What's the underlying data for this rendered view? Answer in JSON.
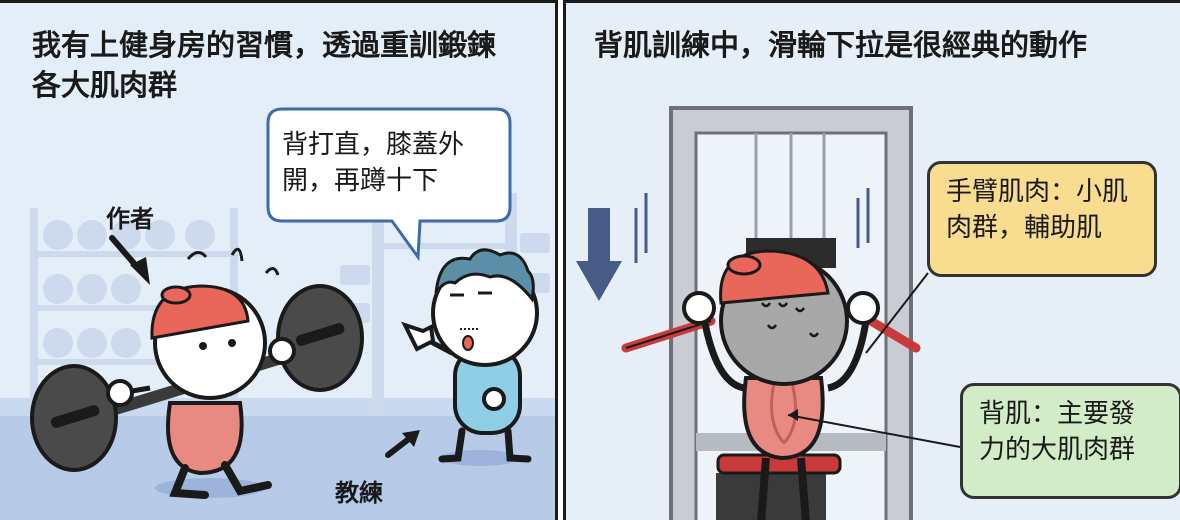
{
  "panel1": {
    "caption_line1": "我有上健身房的習慣，透過重訓鍛鍊",
    "caption_line2": "各大肌肉群",
    "speech_line1": "背打直，膝蓋外",
    "speech_line2": "開，再蹲十下",
    "author_label": "作者",
    "coach_label": "教練"
  },
  "panel2": {
    "caption": "背肌訓練中，滑輪下拉是很經典的動作",
    "arm_note_line1": "手臂肌肉：小肌",
    "arm_note_line2": "肉群，輔助肌",
    "back_note_line1": "背肌：主要發",
    "back_note_line2": "力的大肌肉群"
  },
  "colors": {
    "background": "#e4eef9",
    "helmet": "#e8675a",
    "shirt": "#e98a82",
    "coach_shirt": "#8fcfe6",
    "coach_hair": "#5b8fa8",
    "arm_note": "#f8dc90",
    "back_note": "#d2ecc8",
    "arrow": "#465b86"
  }
}
